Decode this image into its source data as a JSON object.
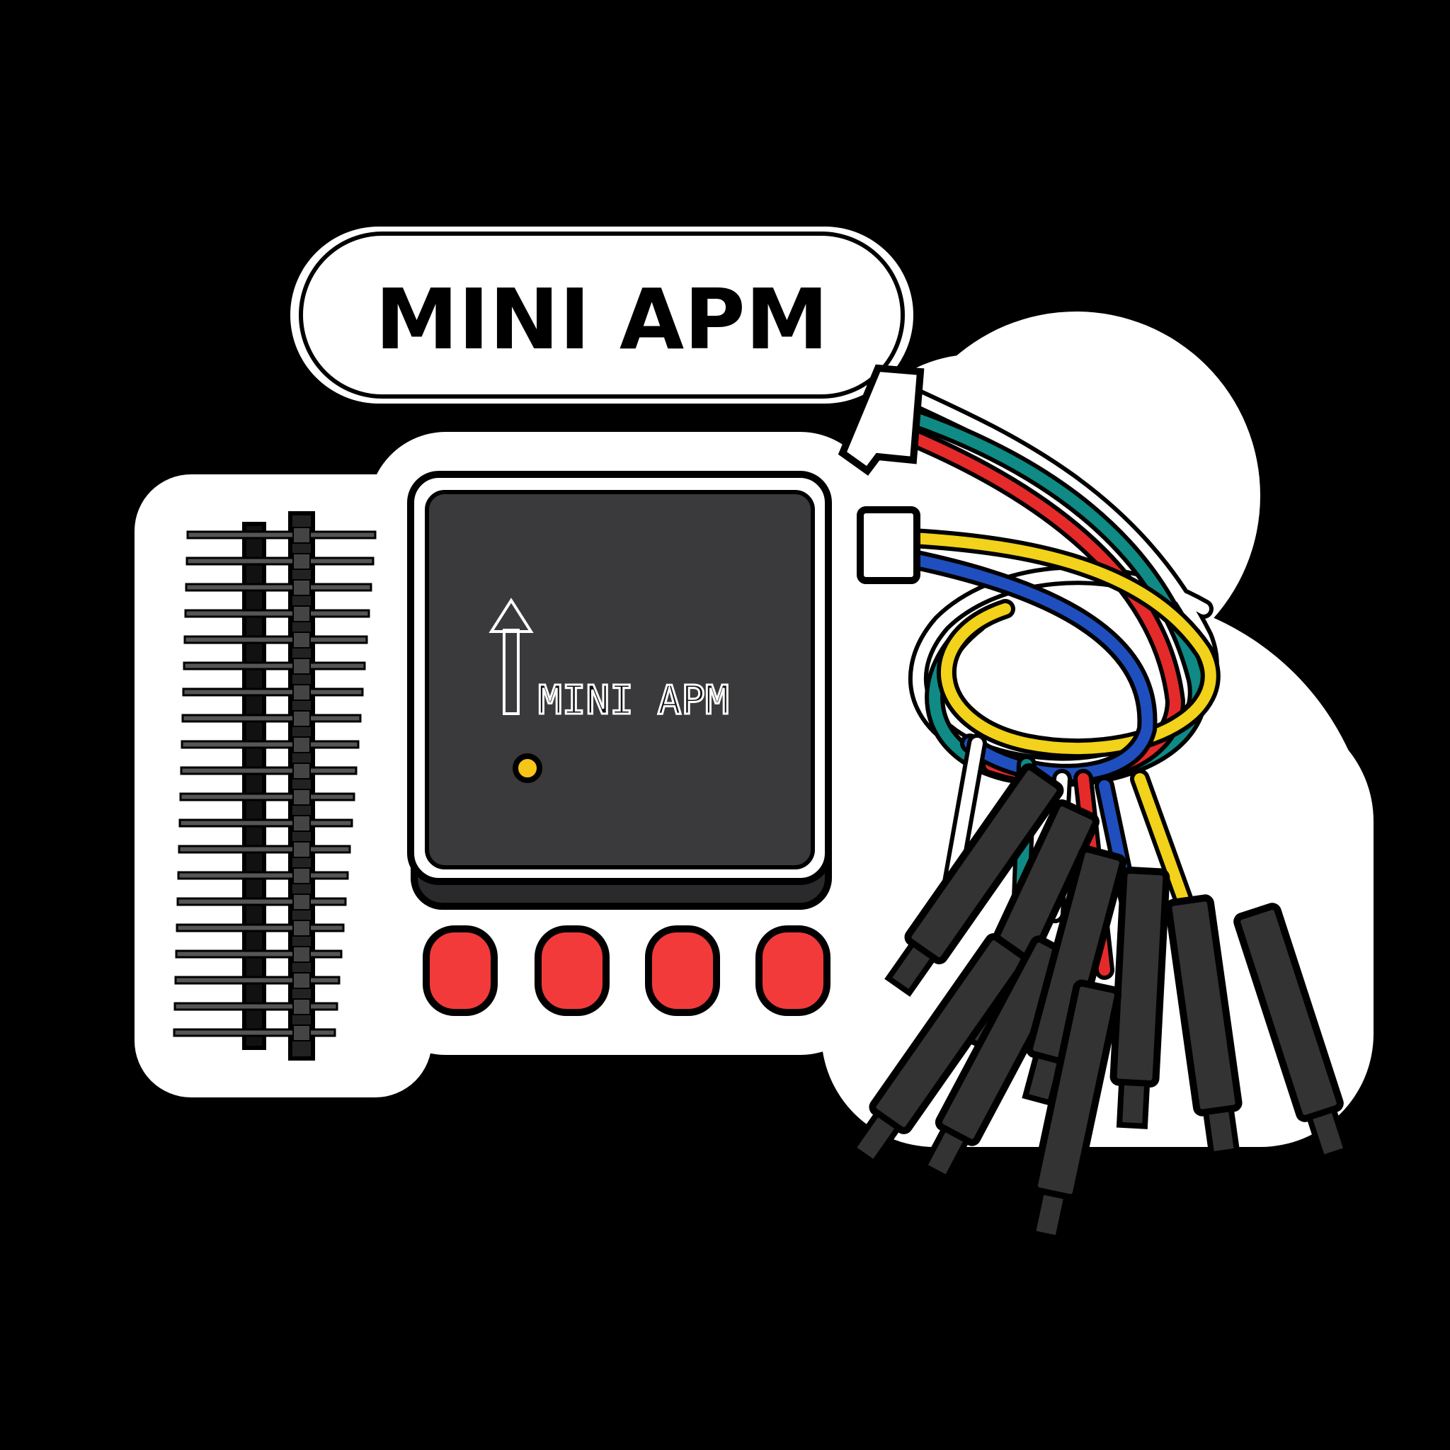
{
  "sticker": {
    "title": "MINI APM",
    "board_label": "MINI APM"
  },
  "colors": {
    "background": "#000000",
    "outline": "#ffffff",
    "module_face": "#3a3a3c",
    "module_body": "#2a2a2c",
    "indicator_dot": "#f5c518",
    "button_red": "#f23a3a",
    "wire_colors": [
      "#ffffff",
      "#0f8a84",
      "#e52a2a",
      "#f2d21a",
      "#1f4fbf"
    ]
  },
  "parts": {
    "pin_header_count": 20,
    "red_button_count": 4,
    "connector_plug_count": 9
  }
}
